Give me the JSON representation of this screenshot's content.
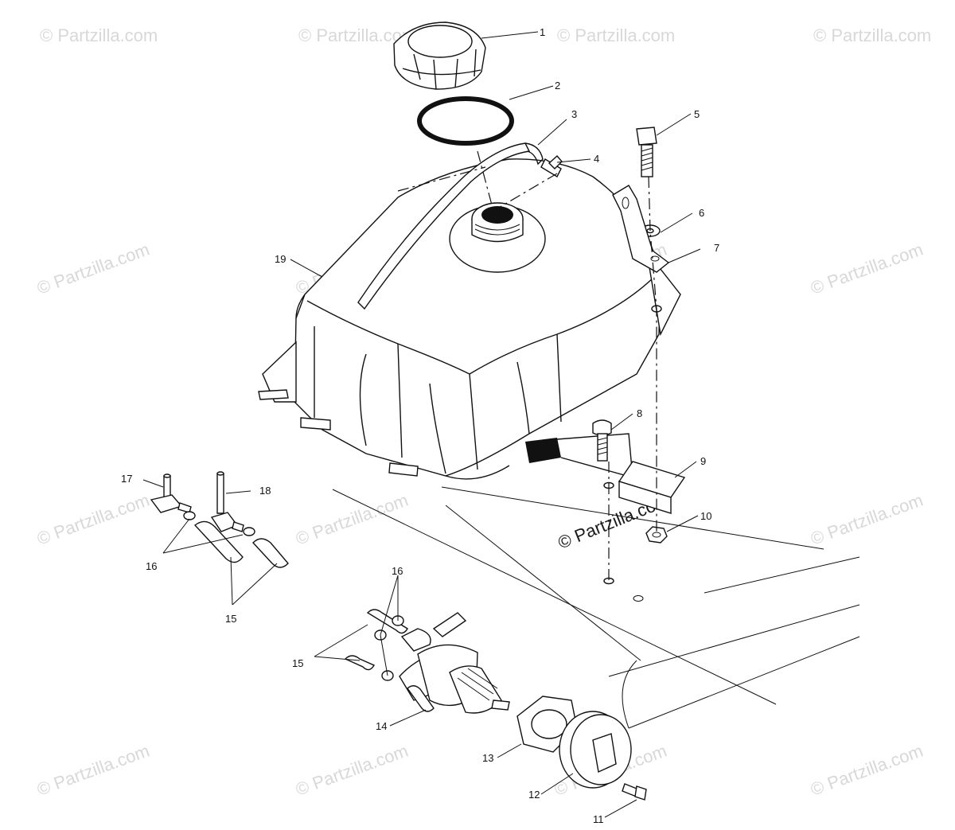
{
  "watermark": {
    "text": "© Partzilla.com",
    "strong_text": "© Partzilla.com"
  },
  "callouts": {
    "c1": "1",
    "c2": "2",
    "c3": "3",
    "c4": "4",
    "c5": "5",
    "c6": "6",
    "c7": "7",
    "c8": "8",
    "c9": "9",
    "c10": "10",
    "c11": "11",
    "c12": "12",
    "c13": "13",
    "c14": "14",
    "c15a": "15",
    "c15b": "15",
    "c16a": "16",
    "c16b": "16",
    "c17": "17",
    "c18": "18",
    "c19": "19"
  }
}
